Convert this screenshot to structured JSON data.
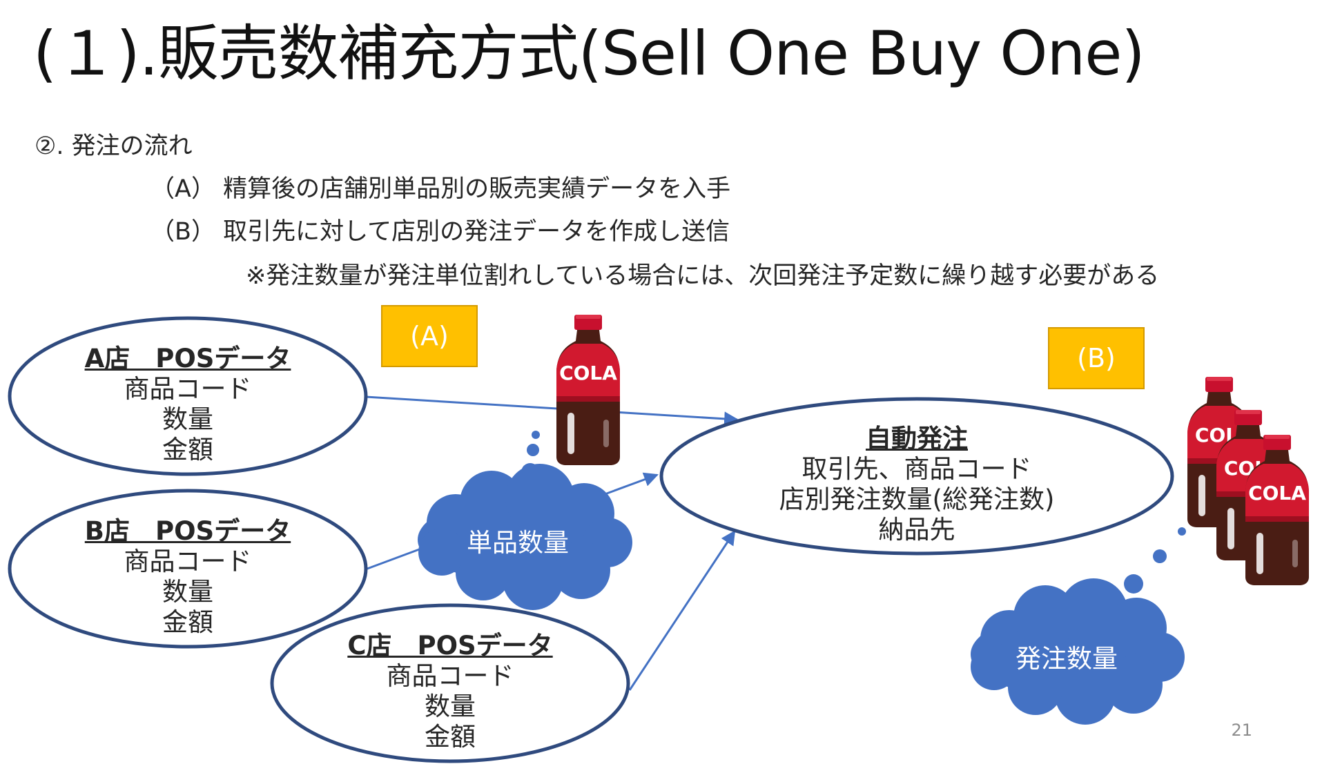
{
  "slide": {
    "title": "(１).販売数補充方式(Sell One Buy One)",
    "page_number": "21"
  },
  "body": {
    "heading": "②.  発注の流れ",
    "step_a": "（A）  精算後の店舗別単品別の販売実績データを入手",
    "step_b": "（B）  取引先に対して店別の発注データを作成し送信",
    "note": "※発注数量が発注単位割れしている場合には、次回発注予定数に繰り越す必要がある"
  },
  "tags": {
    "a": "(A)",
    "b": "(B)"
  },
  "nodes": {
    "store_a": {
      "title": "A店　POSデータ",
      "lines": [
        "商品コード",
        "数量",
        "金額"
      ]
    },
    "store_b": {
      "title": "B店　POSデータ",
      "lines": [
        "商品コード",
        "数量",
        "金額"
      ]
    },
    "store_c": {
      "title": "C店　POSデータ",
      "lines": [
        "商品コード",
        "数量",
        "金額"
      ]
    },
    "auto_order": {
      "title": "自動発注",
      "lines": [
        "取引先、商品コード",
        "店別発注数量(総発注数)",
        "納品先"
      ]
    }
  },
  "clouds": {
    "unit_qty": "単品数量",
    "order_qty": "発注数量"
  },
  "bottle_text": {
    "full": "COLA",
    "partial": "COL"
  },
  "colors": {
    "ellipse_stroke": "#2f4a7e",
    "arrow": "#4472c4",
    "cloud_fill": "#4472c4",
    "tag_fill": "#ffc000",
    "bottle_cap": "#c8102e",
    "bottle_body": "#4a1d14"
  }
}
